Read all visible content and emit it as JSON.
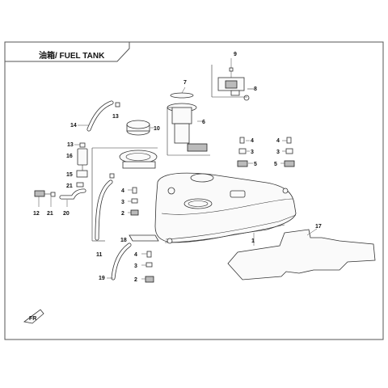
{
  "header": {
    "title": "油箱/ FUEL TANK"
  },
  "callouts": [
    "1",
    "2",
    "3",
    "4",
    "5",
    "6",
    "7",
    "8",
    "9",
    "10",
    "11",
    "12",
    "13",
    "14",
    "15",
    "16",
    "17",
    "18",
    "19",
    "20",
    "21"
  ],
  "corner_mark": "FR"
}
